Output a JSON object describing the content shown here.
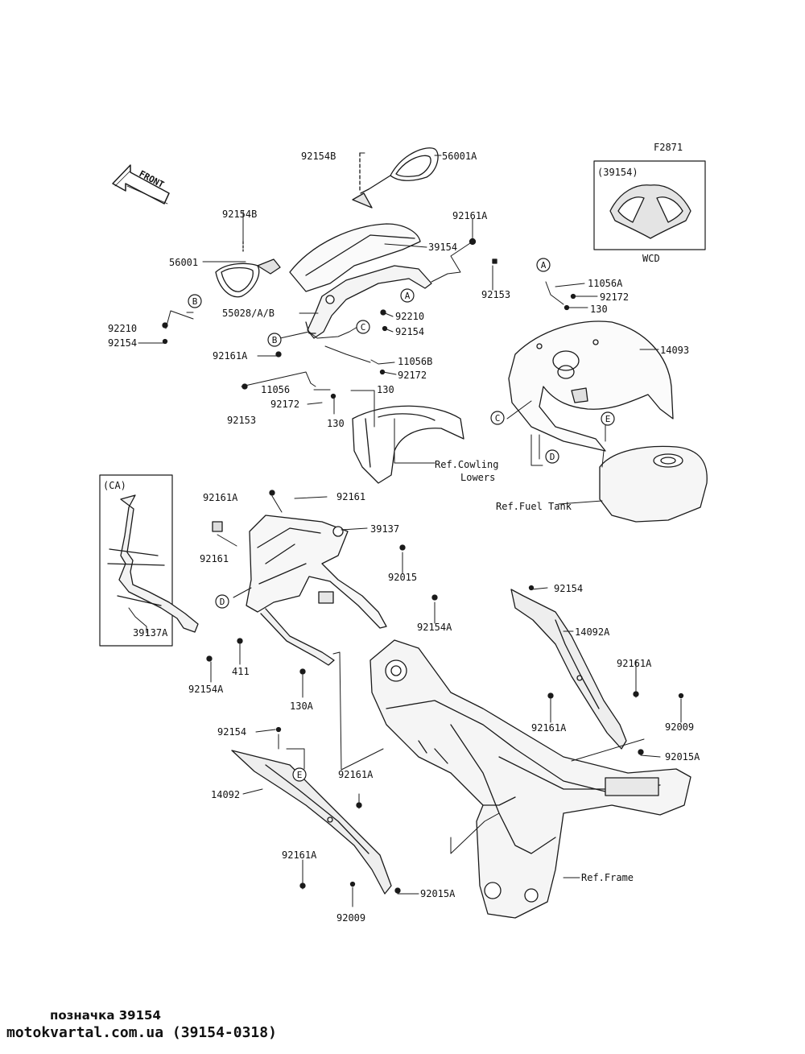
{
  "figure_code": "F2871",
  "front_label": "FRONT",
  "inset_wcd": {
    "code": "(39154)",
    "caption": "WCD"
  },
  "inset_ca": {
    "code": "(CA)",
    "part": "39137A"
  },
  "part_labels": {
    "p_92154B_top": "92154B",
    "p_56001A": "56001A",
    "p_92154B": "92154B",
    "p_39154": "39154",
    "p_92161A_top": "92161A",
    "p_56001": "56001",
    "p_92153_top": "92153",
    "p_55028": "55028/A/B",
    "p_92210_mid": "92210",
    "p_92154_mid": "92154",
    "p_92210_left": "92210",
    "p_92154_left": "92154",
    "p_92161A_left": "92161A",
    "p_11056B": "11056B",
    "p_92172_mid": "92172",
    "p_11056": "11056",
    "p_130_mid": "130",
    "p_92172_left": "92172",
    "p_92153_left": "92153",
    "p_130_low": "130",
    "p_11056A": "11056A",
    "p_92172_right": "92172",
    "p_130_right": "130",
    "p_14093": "14093",
    "p_92161A_frame": "92161A",
    "p_92161_frame": "92161",
    "p_39137": "39137",
    "p_92161_b": "92161",
    "p_92015": "92015",
    "p_92154A_r": "92154A",
    "p_411": "411",
    "p_92154A_l": "92154A",
    "p_130A": "130A",
    "p_92154_r": "92154",
    "p_14092A": "14092A",
    "p_92161A_r1": "92161A",
    "p_92161A_r2": "92161A",
    "p_92009_r": "92009",
    "p_92015A_r": "92015A",
    "p_92154_l": "92154",
    "p_14092": "14092",
    "p_92161A_l1": "92161A",
    "p_92161A_l2": "92161A",
    "p_92015A_l": "92015A",
    "p_92009_l": "92009"
  },
  "references": {
    "cowling_lowers": "Ref.Cowling\nLowers",
    "fuel_tank": "Ref.Fuel Tank",
    "frame": "Ref.Frame"
  },
  "callouts": [
    "A",
    "B",
    "C",
    "D",
    "E"
  ],
  "footer": {
    "title": "позначка 39154",
    "source": "motokvartal.com.ua (39154-0318)"
  }
}
